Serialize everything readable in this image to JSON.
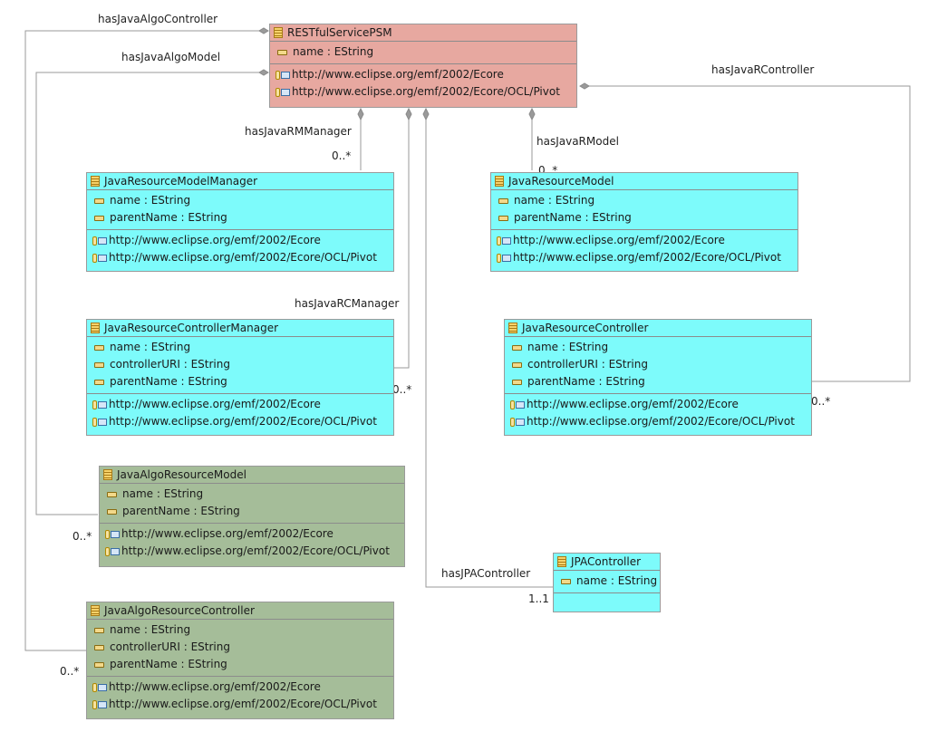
{
  "classes": {
    "psm": {
      "name": "RESTfulServicePSM",
      "attrs": [
        "name : EString"
      ],
      "annotations": [
        "http://www.eclipse.org/emf/2002/Ecore",
        "http://www.eclipse.org/emf/2002/Ecore/OCL/Pivot"
      ]
    },
    "jrmm": {
      "name": "JavaResourceModelManager",
      "attrs": [
        "name : EString",
        "parentName : EString"
      ],
      "annotations": [
        "http://www.eclipse.org/emf/2002/Ecore",
        "http://www.eclipse.org/emf/2002/Ecore/OCL/Pivot"
      ]
    },
    "jrm": {
      "name": "JavaResourceModel",
      "attrs": [
        "name : EString",
        "parentName : EString"
      ],
      "annotations": [
        "http://www.eclipse.org/emf/2002/Ecore",
        "http://www.eclipse.org/emf/2002/Ecore/OCL/Pivot"
      ]
    },
    "jrcm": {
      "name": "JavaResourceControllerManager",
      "attrs": [
        "name : EString",
        "controllerURI : EString",
        "parentName : EString"
      ],
      "annotations": [
        "http://www.eclipse.org/emf/2002/Ecore",
        "http://www.eclipse.org/emf/2002/Ecore/OCL/Pivot"
      ]
    },
    "jrc": {
      "name": "JavaResourceController",
      "attrs": [
        "name : EString",
        "controllerURI : EString",
        "parentName : EString"
      ],
      "annotations": [
        "http://www.eclipse.org/emf/2002/Ecore",
        "http://www.eclipse.org/emf/2002/Ecore/OCL/Pivot"
      ]
    },
    "jarm": {
      "name": "JavaAlgoResourceModel",
      "attrs": [
        "name : EString",
        "parentName : EString"
      ],
      "annotations": [
        "http://www.eclipse.org/emf/2002/Ecore",
        "http://www.eclipse.org/emf/2002/Ecore/OCL/Pivot"
      ]
    },
    "jarc": {
      "name": "JavaAlgoResourceController",
      "attrs": [
        "name : EString",
        "controllerURI : EString",
        "parentName : EString"
      ],
      "annotations": [
        "http://www.eclipse.org/emf/2002/Ecore",
        "http://www.eclipse.org/emf/2002/Ecore/OCL/Pivot"
      ]
    },
    "jpa": {
      "name": "JPAController",
      "attrs": [
        "name : EString"
      ],
      "annotations": []
    }
  },
  "relations": {
    "hasJavaAlgoController": "hasJavaAlgoController",
    "hasJavaAlgoModel": "hasJavaAlgoModel",
    "hasJavaRController": "hasJavaRController",
    "hasJavaRMManager": "hasJavaRMManager",
    "hasJavaRModel": "hasJavaRModel",
    "hasJavaRCManager": "hasJavaRCManager",
    "hasJPAController": "hasJPAController"
  },
  "multiplicities": {
    "rmm": "0..*",
    "rm": "0..*",
    "rcm": "0..*",
    "rc": "0..*",
    "arm": "0..*",
    "arc": "0..*",
    "jpa": "1..1"
  },
  "colors": {
    "psm": "#e7a8a0",
    "resource": "#7dfbfb",
    "algo": "#a5bd99",
    "line": "#9a9a9a"
  }
}
